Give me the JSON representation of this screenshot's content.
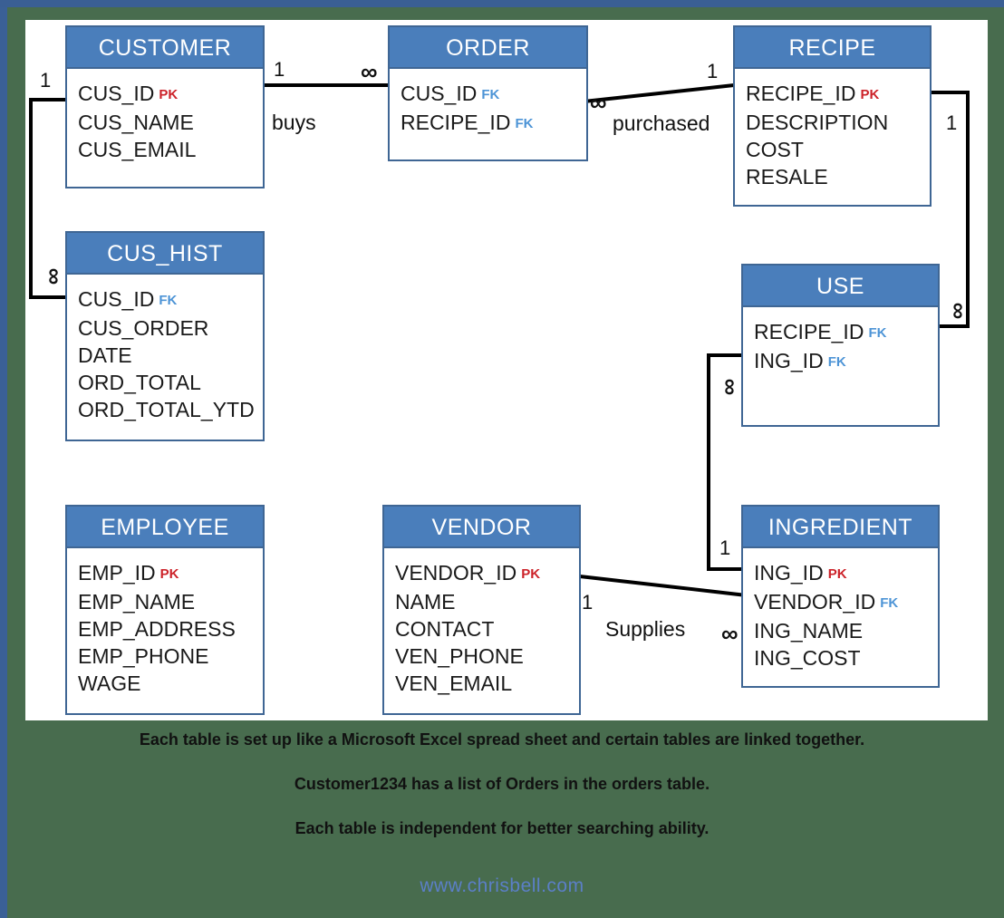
{
  "theme": {
    "background": "#486c4e",
    "canvas": "#ffffff",
    "header_fill": "#4a7ebb",
    "border": "#3f6694",
    "pk_color": "#cc2229",
    "fk_color": "#4d94d6",
    "watermark_color": "#5b7fc7",
    "line_color": "#000000"
  },
  "diagram": {
    "type": "entity-relationship-diagram",
    "entities": [
      {
        "name": "CUSTOMER",
        "attributes": [
          {
            "label": "CUS_ID",
            "key": "PK"
          },
          {
            "label": "CUS_NAME",
            "key": ""
          },
          {
            "label": "CUS_EMAIL",
            "key": ""
          }
        ]
      },
      {
        "name": "ORDER",
        "attributes": [
          {
            "label": "CUS_ID",
            "key": "FK"
          },
          {
            "label": "RECIPE_ID",
            "key": "FK"
          }
        ]
      },
      {
        "name": "RECIPE",
        "attributes": [
          {
            "label": "RECIPE_ID",
            "key": "PK"
          },
          {
            "label": "DESCRIPTION",
            "key": ""
          },
          {
            "label": "COST",
            "key": ""
          },
          {
            "label": "RESALE",
            "key": ""
          }
        ]
      },
      {
        "name": "CUS_HIST",
        "attributes": [
          {
            "label": "CUS_ID",
            "key": "FK"
          },
          {
            "label": "CUS_ORDER",
            "key": ""
          },
          {
            "label": "DATE",
            "key": ""
          },
          {
            "label": "ORD_TOTAL",
            "key": ""
          },
          {
            "label": "ORD_TOTAL_YTD",
            "key": ""
          }
        ]
      },
      {
        "name": "USE",
        "attributes": [
          {
            "label": "RECIPE_ID",
            "key": "FK"
          },
          {
            "label": "ING_ID",
            "key": "FK"
          }
        ]
      },
      {
        "name": "EMPLOYEE",
        "attributes": [
          {
            "label": "EMP_ID",
            "key": "PK"
          },
          {
            "label": "EMP_NAME",
            "key": ""
          },
          {
            "label": "EMP_ADDRESS",
            "key": ""
          },
          {
            "label": "EMP_PHONE",
            "key": ""
          },
          {
            "label": "WAGE",
            "key": ""
          }
        ]
      },
      {
        "name": "VENDOR",
        "attributes": [
          {
            "label": "VENDOR_ID",
            "key": "PK"
          },
          {
            "label": "NAME",
            "key": ""
          },
          {
            "label": "CONTACT",
            "key": ""
          },
          {
            "label": "VEN_PHONE",
            "key": ""
          },
          {
            "label": "VEN_EMAIL",
            "key": ""
          }
        ]
      },
      {
        "name": "INGREDIENT",
        "attributes": [
          {
            "label": "ING_ID",
            "key": "PK"
          },
          {
            "label": "VENDOR_ID",
            "key": "FK"
          },
          {
            "label": "ING_NAME",
            "key": ""
          },
          {
            "label": "ING_COST",
            "key": ""
          }
        ]
      }
    ],
    "relationships": [
      {
        "label": "buys",
        "from": "CUSTOMER",
        "to": "ORDER",
        "from_card": "1",
        "to_card": "∞"
      },
      {
        "label": "purchased",
        "from": "ORDER",
        "to": "RECIPE",
        "from_card": "∞",
        "to_card": "1"
      },
      {
        "label": "",
        "from": "CUSTOMER",
        "to": "CUS_HIST",
        "from_card": "1",
        "to_card": "∞"
      },
      {
        "label": "",
        "from": "RECIPE",
        "to": "USE",
        "from_card": "1",
        "to_card": "∞"
      },
      {
        "label": "",
        "from": "USE",
        "to": "INGREDIENT",
        "from_card": "∞",
        "to_card": "1"
      },
      {
        "label": "Supplies",
        "from": "VENDOR",
        "to": "INGREDIENT",
        "from_card": "1",
        "to_card": "∞"
      }
    ],
    "cardinality_labels": {
      "one": "1",
      "many": "∞"
    }
  },
  "caption": {
    "lines": [
      "Each table is set up like a Microsoft Excel spread sheet and certain tables are linked together.",
      "Customer1234 has a list of Orders in the orders table.",
      "Each table is independent for better searching ability."
    ]
  },
  "watermark": {
    "text": "www.chrisbell.com"
  }
}
